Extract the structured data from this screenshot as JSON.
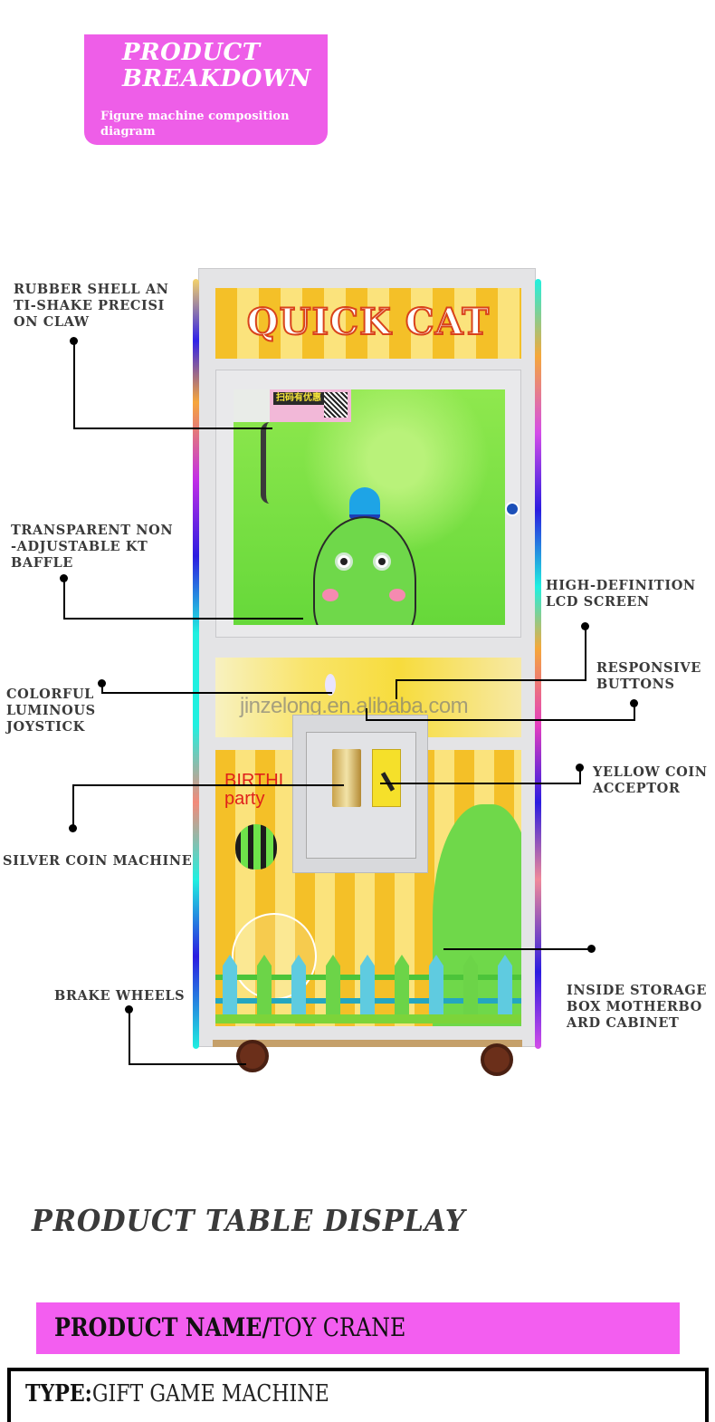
{
  "header": {
    "title_line1": "PRODUCT",
    "title_line2": "BREAKDOWN",
    "subtitle": "Figure machine composition diagram",
    "badge_color": "#ee5ee8"
  },
  "machine": {
    "sign_text": "QUICK CAT",
    "sticker_text": "扫码有优惠",
    "watermark": "jinzelong.en.alibaba.com",
    "panel_text_line1": "BIRTHI",
    "panel_text_line2": "party"
  },
  "callouts": [
    {
      "id": "claw",
      "label": "RUBBER SHELL AN\nTI-SHAKE PRECISI\nON CLAW",
      "side": "left"
    },
    {
      "id": "baffle",
      "label": "TRANSPARENT NON\n-ADJUSTABLE KT\nBAFFLE",
      "side": "left"
    },
    {
      "id": "lcd",
      "label": "HIGH-DEFINITION\nLCD SCREEN",
      "side": "right"
    },
    {
      "id": "buttons",
      "label": "RESPONSIVE\nBUTTONS",
      "side": "right"
    },
    {
      "id": "joystick",
      "label": "COLORFUL\nLUMINOUS\nJOYSTICK",
      "side": "left"
    },
    {
      "id": "yellow-coin",
      "label": "YELLOW COIN\nACCEPTOR",
      "side": "right"
    },
    {
      "id": "silver-coin",
      "label": "SILVER COIN MACHINE",
      "side": "left"
    },
    {
      "id": "storage",
      "label": "INSIDE STORAGE\nBOX MOTHERBO\nARD CABINET",
      "side": "right"
    },
    {
      "id": "wheels",
      "label": "BRAKE WHEELS",
      "side": "left"
    }
  ],
  "table": {
    "title": "PRODUCT TABLE DISPLAY",
    "name_key": "PRODUCT NAME/",
    "name_value": "TOY CRANE",
    "name_bar_color": "#f35ef0",
    "type_key": "TYPE:",
    "type_value": "GIFT GAME MACHINE"
  }
}
